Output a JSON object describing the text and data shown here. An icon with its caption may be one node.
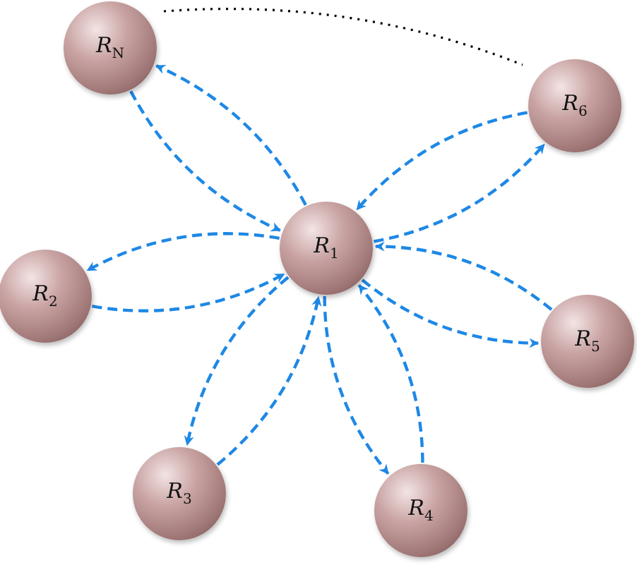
{
  "diagram": {
    "nodes": [
      {
        "text": [
          "*R*$_{N}$"
        ]
      },
      {
        "text": [
          "*R*$_{6}$"
        ]
      },
      {
        "text": [
          "*R*$_{1}$"
        ]
      },
      {
        "text": [
          "*R*$_{2}$"
        ]
      },
      {
        "text": [
          "*R*$_{5}$"
        ]
      },
      {
        "text": [
          "*R*$_{3}$"
        ]
      },
      {
        "text": [
          "*R*$_{4}$"
        ]
      }
    ],
    "edges": [
      {
        "from": 0,
        "to": 2,
        "arrow": "to"
      },
      {
        "from": 2,
        "to": 0,
        "arrow": "to"
      },
      {
        "from": 1,
        "to": 2,
        "arrow": "to"
      },
      {
        "from": 2,
        "to": 1,
        "arrow": "to"
      },
      {
        "from": 3,
        "to": 2,
        "arrow": "to"
      },
      {
        "from": 2,
        "to": 3,
        "arrow": "to"
      },
      {
        "from": 4,
        "to": 2,
        "arrow": "to"
      },
      {
        "from": 2,
        "to": 4,
        "arrow": "to"
      },
      {
        "from": 5,
        "to": 2,
        "arrow": "to"
      },
      {
        "from": 2,
        "to": 5,
        "arrow": "to"
      },
      {
        "from": 6,
        "to": 2,
        "arrow": "to"
      },
      {
        "from": 2,
        "to": 6,
        "arrow": "to"
      }
    ]
  }
}
